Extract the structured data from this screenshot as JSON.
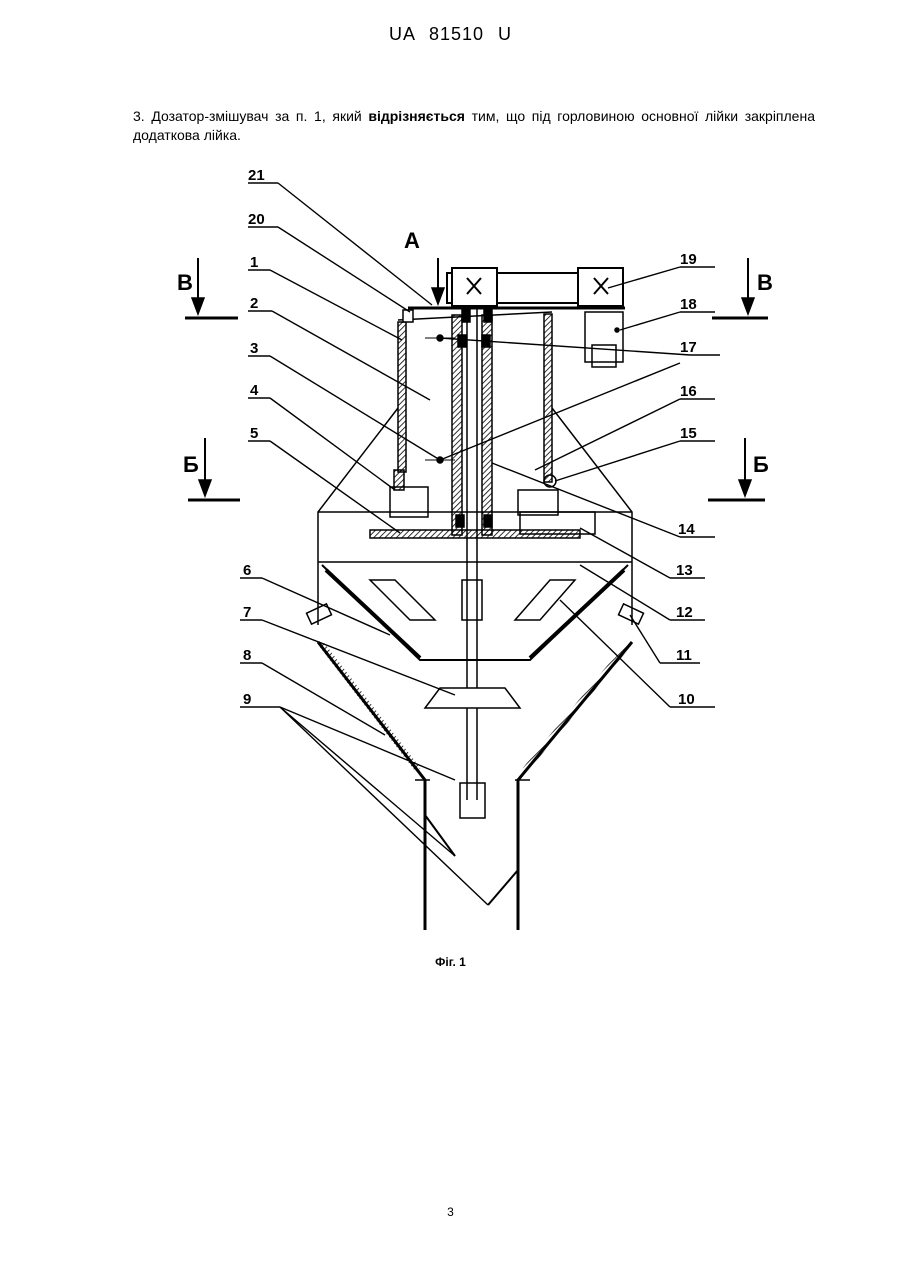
{
  "header": {
    "doc_id": "UA   81510   U"
  },
  "claim": {
    "prefix": "3. Дозатор-змішувач за п. 1, який ",
    "bold": "відрізняється",
    "suffix": " тим, що під горловиною основної лійки закріплена додаткова лійка."
  },
  "figure": {
    "section_labels": {
      "a": "А",
      "b": "В",
      "v": "Б"
    },
    "callouts": [
      "1",
      "2",
      "3",
      "4",
      "5",
      "6",
      "7",
      "8",
      "9",
      "10",
      "11",
      "12",
      "13",
      "14",
      "15",
      "16",
      "17",
      "18",
      "19",
      "20",
      "21"
    ],
    "caption": "Фіг. 1"
  },
  "page": {
    "number": "3"
  }
}
